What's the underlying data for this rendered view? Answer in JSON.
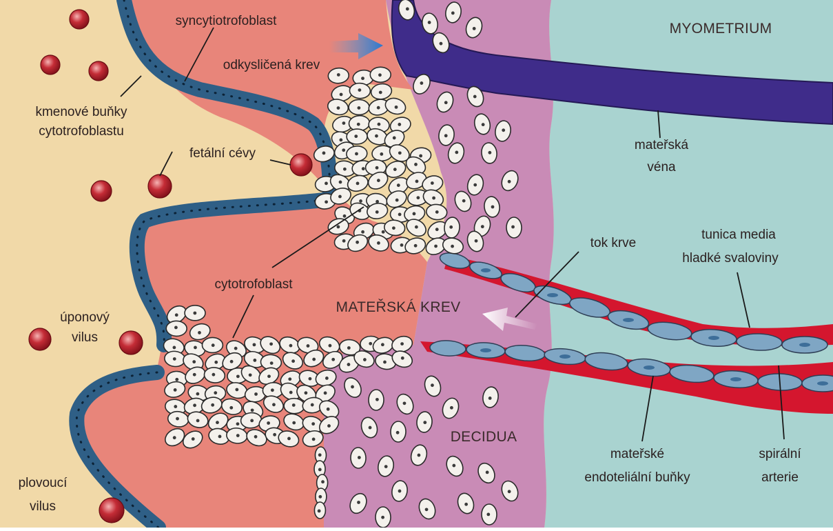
{
  "diagram": {
    "regions": {
      "myometrium": "MYOMETRIUM",
      "decidua": "DECIDUA",
      "maternal_blood": "MATEŘSKÁ KREV"
    },
    "labels": {
      "syncytiotrophoblast": "syncytiotrofoblast",
      "deoxygenated_blood": "odkysličená krev",
      "stem_cells_line1": "kmenové buňky",
      "stem_cells_line2": "cytotrofoblastu",
      "fetal_vessels": "fetální cévy",
      "cytotrophoblast": "cytotrofoblast",
      "anchoring_villus_line1": "úponový",
      "anchoring_villus_line2": "vilus",
      "floating_villus_line1": "plovoucí",
      "floating_villus_line2": "vilus",
      "maternal_vein_line1": "mateřská",
      "maternal_vein_line2": "véna",
      "blood_flow": "tok krve",
      "tunica_media_line1": "tunica media",
      "tunica_media_line2": "hladké svaloviny",
      "endothelial_line1": "mateřské",
      "endothelial_line2": "endoteliální buňky",
      "spiral_artery_line1": "spirální",
      "spiral_artery_line2": "arterie"
    },
    "colors": {
      "fetal_side": "#f1d9a8",
      "maternal_blood": "#e8857a",
      "decidua": "#c98bb6",
      "myometrium": "#a9d3d0",
      "trophoblast_border": "#2f5f86",
      "vein": "#3f2c8a",
      "artery": "#d4162e",
      "endothelial_cell": "#7fa6c4",
      "fetal_vessel": "#b8202a"
    }
  }
}
